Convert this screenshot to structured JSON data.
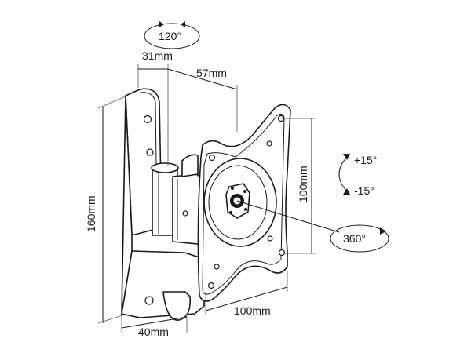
{
  "diagram": {
    "dimensions": {
      "top_offset": "31mm",
      "arm_depth": "57mm",
      "plate_height": "160mm",
      "vesa_vertical": "100mm",
      "vesa_horizontal": "100mm",
      "base_width": "40mm"
    },
    "rotations": {
      "swivel": "120°",
      "tilt_up": "+15°",
      "tilt_down": "-15°",
      "rotate": "360°"
    }
  }
}
